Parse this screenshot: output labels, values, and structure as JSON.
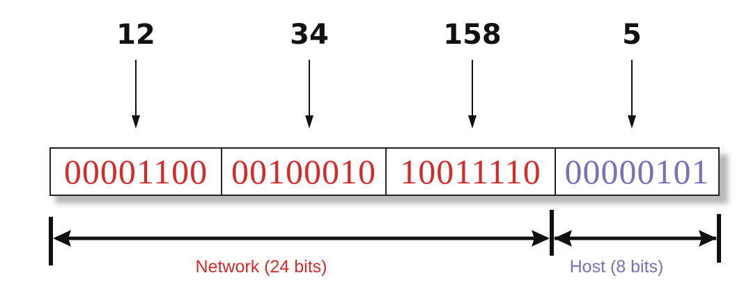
{
  "colors": {
    "network": "#d42a2a",
    "host": "#7a6fb8",
    "line": "#111111"
  },
  "octets": [
    {
      "decimal": "12",
      "binary": "00001100",
      "part": "network"
    },
    {
      "decimal": "34",
      "binary": "00100010",
      "part": "network"
    },
    {
      "decimal": "158",
      "binary": "10011110",
      "part": "network"
    },
    {
      "decimal": "5",
      "binary": "00000101",
      "part": "host"
    }
  ],
  "labels": {
    "network": "Network (24 bits)",
    "host": "Host (8 bits)"
  }
}
